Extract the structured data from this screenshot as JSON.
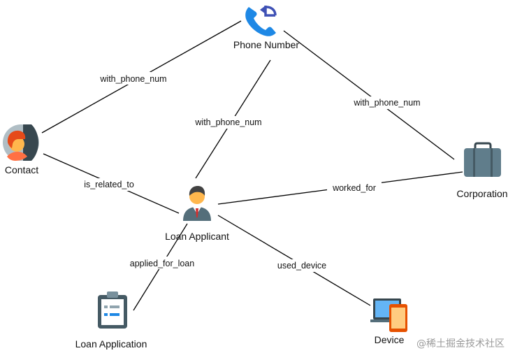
{
  "nodes": {
    "phone": {
      "label": "Phone Number",
      "icon": "phone-callback-icon"
    },
    "contact": {
      "label": "Contact",
      "icon": "contact-avatar-icon"
    },
    "applicant": {
      "label": "Loan Applicant",
      "icon": "businessman-icon"
    },
    "corporation": {
      "label": "Corporation",
      "icon": "briefcase-icon"
    },
    "application": {
      "label": "Loan Application",
      "icon": "clipboard-icon"
    },
    "device": {
      "label": "Device",
      "icon": "devices-icon"
    }
  },
  "edges": {
    "contact_phone": "with_phone_num",
    "applicant_phone": "with_phone_num",
    "corporation_phone": "with_phone_num",
    "contact_applicant": "is_related_to",
    "applicant_corporation": "worked_for",
    "applicant_application": "applied_for_loan",
    "applicant_device": "used_device"
  },
  "watermark": "@稀土掘金技术社区",
  "colors": {
    "phone": "#1E88E5",
    "phone_arrow": "#3F51B5",
    "briefcase": "#607D8B",
    "clipboard": "#455A64",
    "device_orange": "#FF9800",
    "line": "#000000"
  }
}
